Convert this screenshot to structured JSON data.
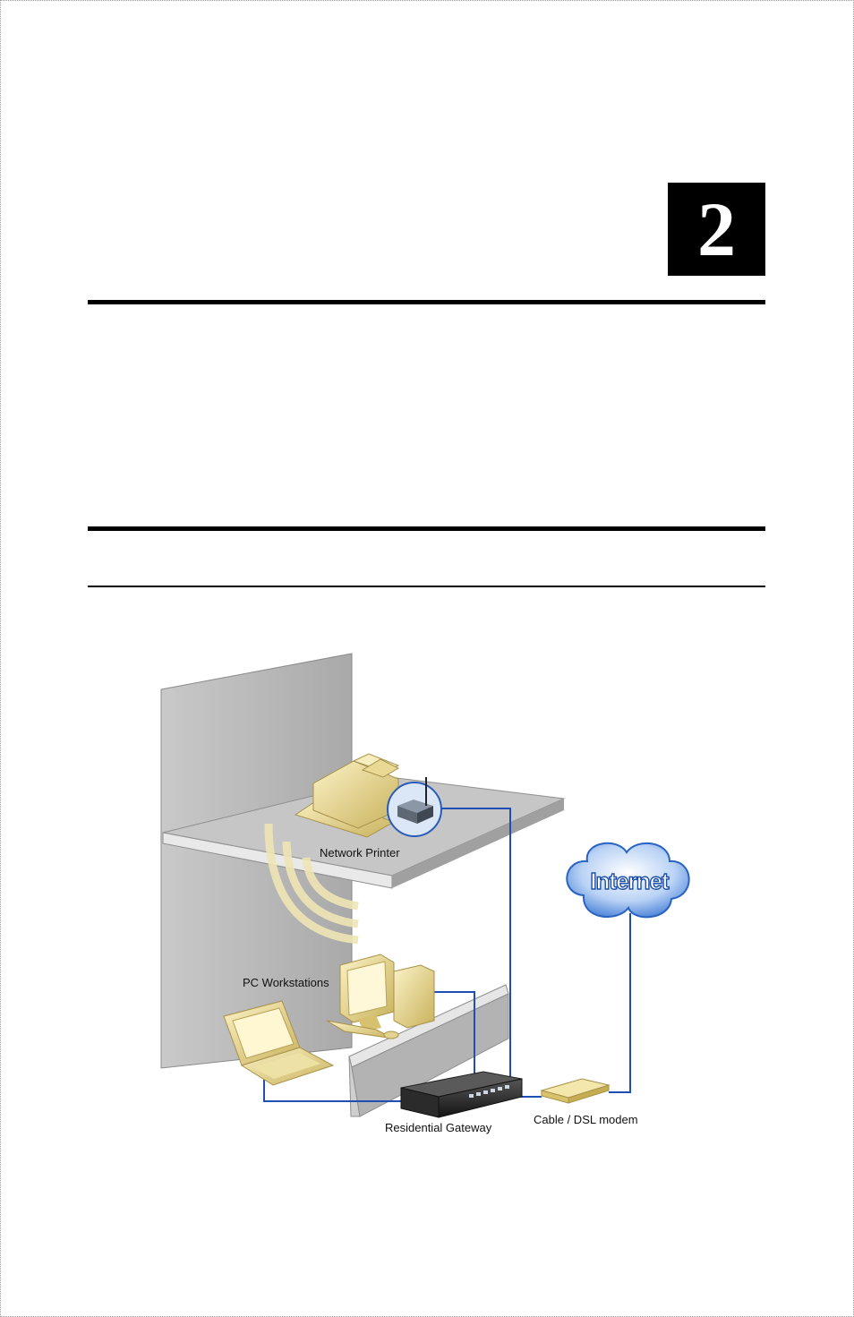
{
  "chapter": {
    "number": "2"
  },
  "diagram": {
    "labels": {
      "network_printer": "Network Printer",
      "pc_workstations": "PC Workstations",
      "residential_gateway": "Residential Gateway",
      "modem": "Cable / DSL modem",
      "internet": "Internet"
    },
    "colors": {
      "cable": "#1f4fb4",
      "device": "#d8c67a",
      "wall": "#b9b9b9",
      "cloud": "#3b78d8"
    }
  }
}
